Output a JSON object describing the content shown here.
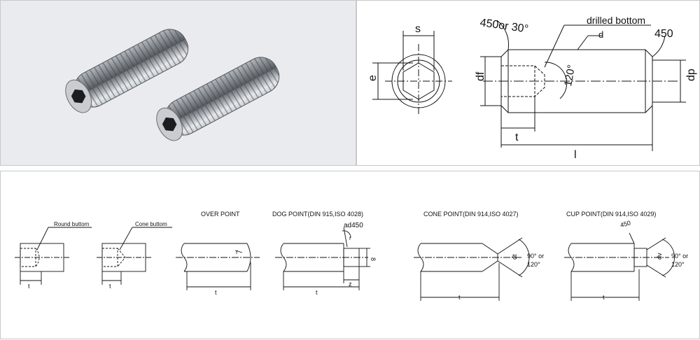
{
  "top_drawing": {
    "s": "s",
    "e": "e",
    "df": "df",
    "dp": "dp",
    "d": "d",
    "t": "t",
    "l": "l",
    "chamfer_left": "450or 30°",
    "chamfer_right": "450",
    "drilled_bottom": "drilled bottom",
    "angle": "120°"
  },
  "point_types": {
    "round_bottom": {
      "label": "Round buttom",
      "t": "t"
    },
    "cone_bottom": {
      "label": "Cone buttom",
      "t": "t"
    },
    "over_point": {
      "title": "OVER POINT",
      "r": "r",
      "t": "t"
    },
    "dog_point": {
      "title": "DOG POINT(DIN 915,ISO 4028)",
      "chamfer": "ad450",
      "r": "r",
      "dim": "8",
      "t": "t",
      "z": "z"
    },
    "cone_point": {
      "title": "CONE POINT(DIN 914,ISO 4027)",
      "dim": "dt",
      "angle_line1": "90° or",
      "angle_line2": "120°",
      "t": "t"
    },
    "cup_point": {
      "title": "CUP POINT(DIN 914,ISO 4029)",
      "chamfer": "450",
      "dim": "dv",
      "angle_line1": "90° or",
      "angle_line2": "120°",
      "t": "t"
    }
  }
}
